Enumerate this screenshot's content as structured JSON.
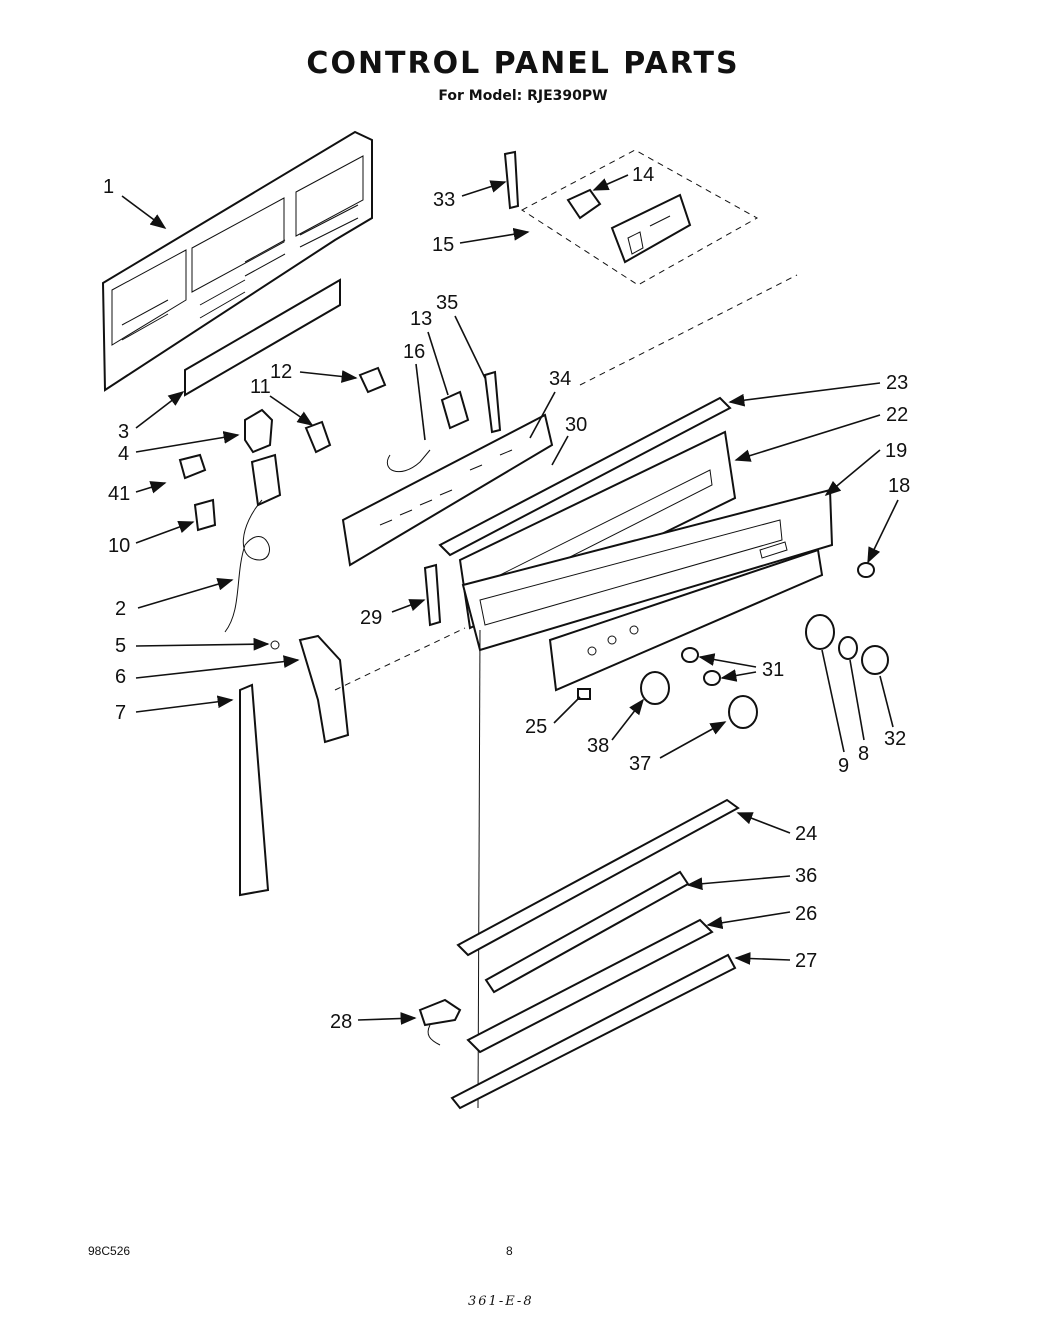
{
  "title": "CONTROL PANEL PARTS",
  "subtitle": "For Model: RJE390PW",
  "footer": {
    "code": "98C526",
    "page_number": "8",
    "handwritten": "361-E-8"
  },
  "callouts": [
    "1",
    "2",
    "3",
    "4",
    "5",
    "6",
    "7",
    "8",
    "9",
    "10",
    "11",
    "12",
    "13",
    "14",
    "15",
    "16",
    "18",
    "19",
    "22",
    "23",
    "24",
    "25",
    "26",
    "27",
    "28",
    "29",
    "30",
    "31",
    "32",
    "33",
    "34",
    "35",
    "36",
    "37",
    "38",
    "41"
  ]
}
